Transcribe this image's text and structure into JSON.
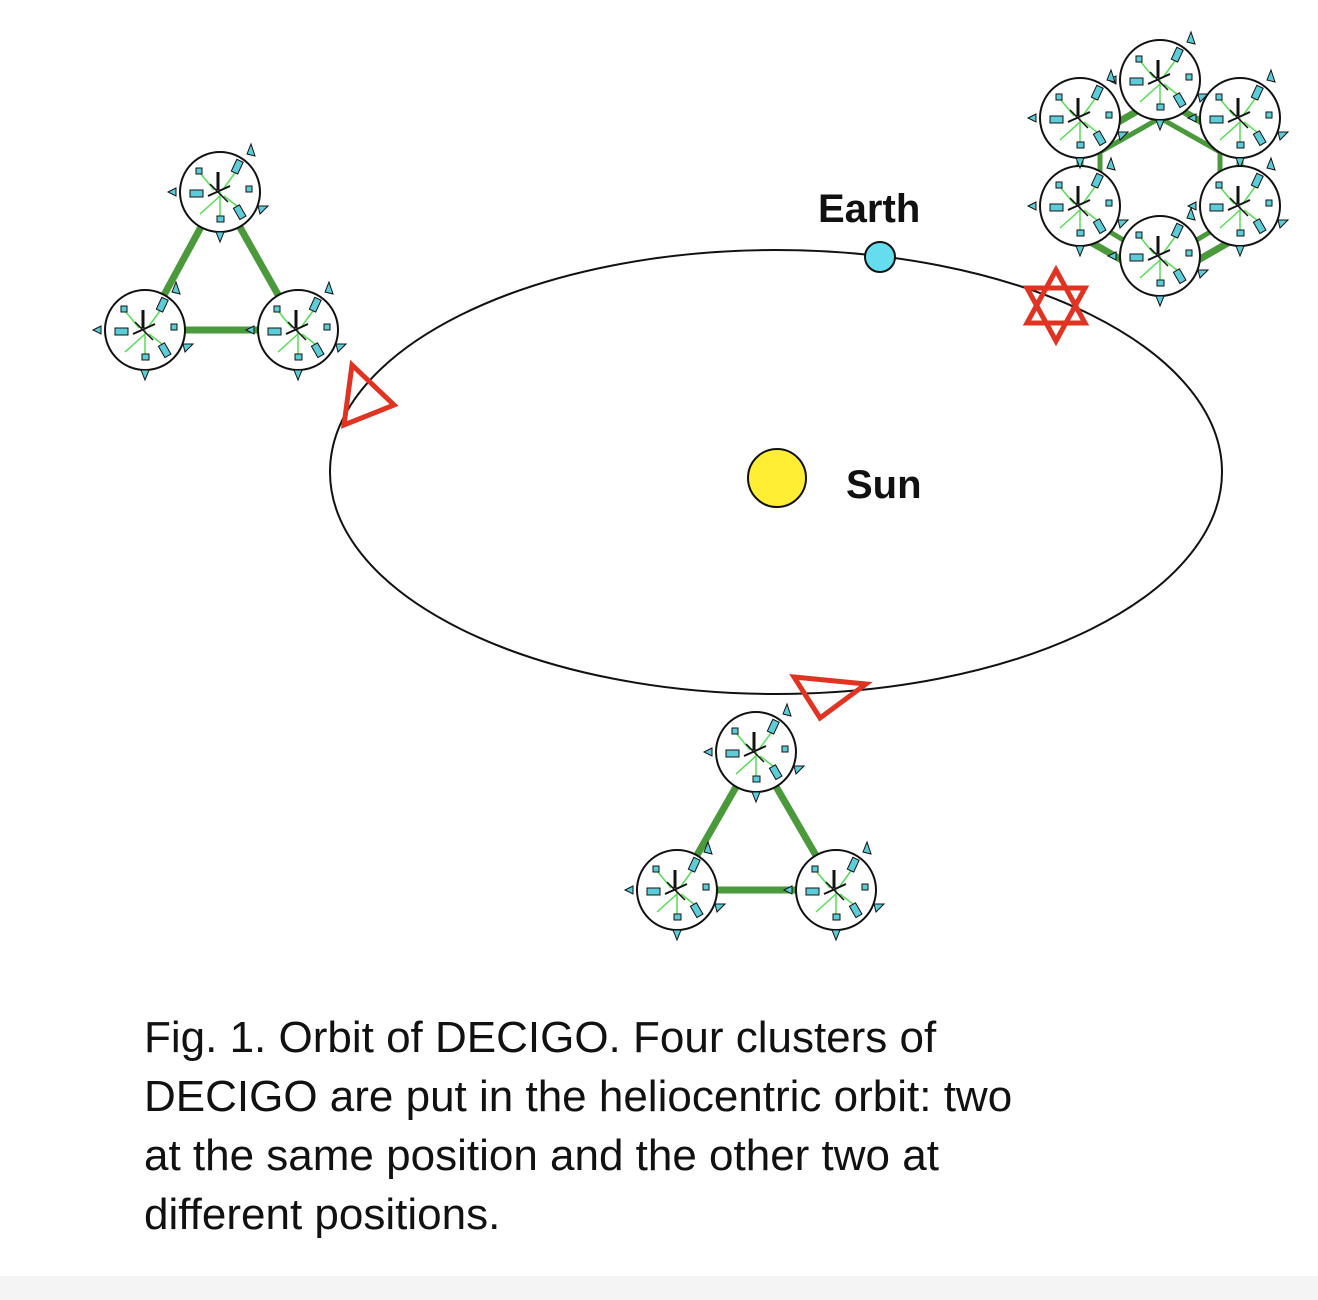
{
  "figure": {
    "labels": {
      "earth": "Earth",
      "sun": "Sun"
    },
    "caption_lines": [
      "Fig. 1. Orbit of DECIGO. Four clusters of",
      "DECIGO are put in the heliocentric orbit: two",
      "at the same position and the other two at",
      "different positions."
    ],
    "colors": {
      "orbit": "#111111",
      "earth": "#66ddee",
      "sun": "#ffee33",
      "marker": "#e03322",
      "laser_link": "#4a9a3c",
      "spacecraft_part": "#5ccdd8",
      "thin_link": "#55dd55"
    }
  }
}
